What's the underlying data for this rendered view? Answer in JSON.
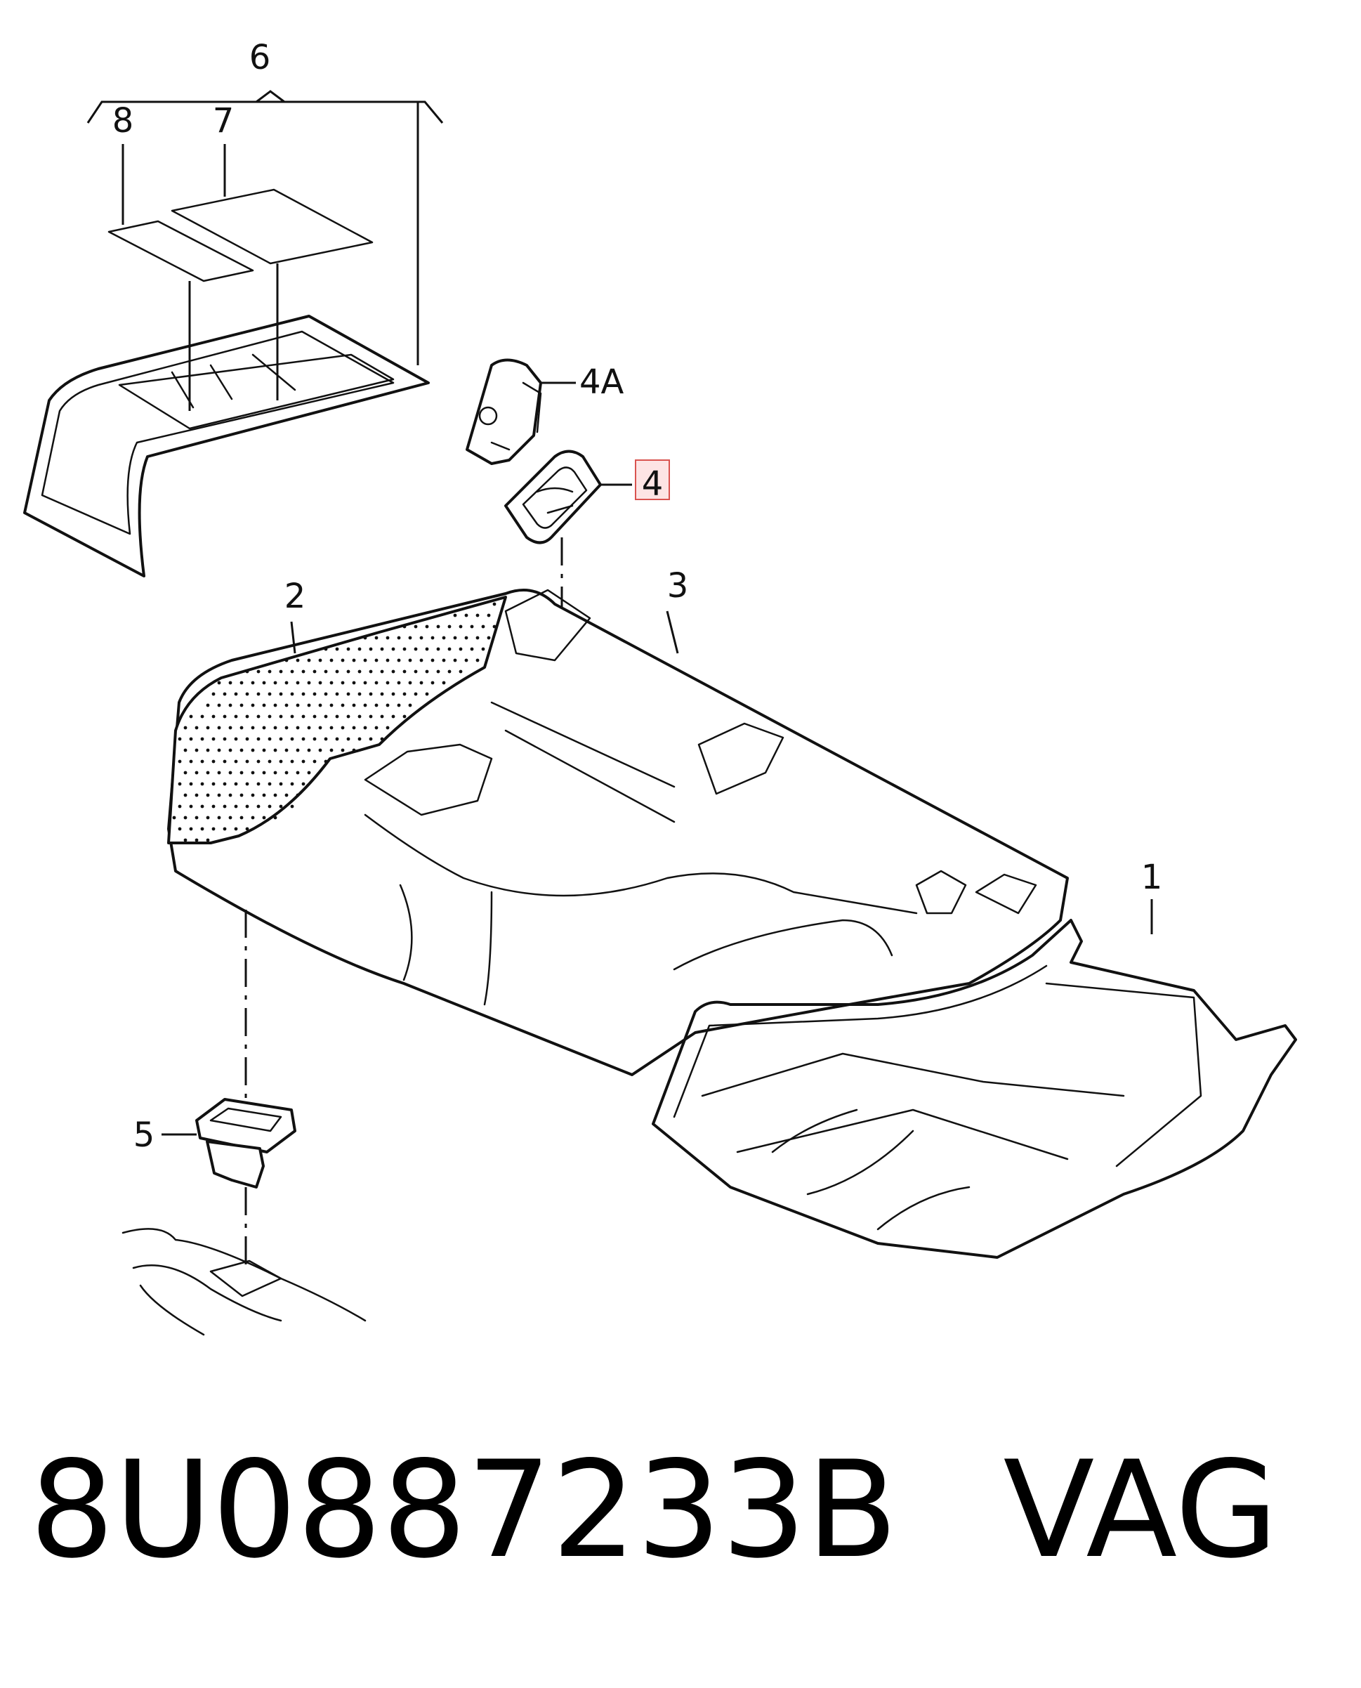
{
  "callouts": {
    "c1": "1",
    "c2": "2",
    "c3": "3",
    "c4": "4",
    "c4a": "4A",
    "c5": "5",
    "c6": "6",
    "c7": "7",
    "c8": "8"
  },
  "highlighted_callout": "4",
  "caption": {
    "part_number": "8U0887233B",
    "brand": "VAG"
  },
  "colors": {
    "line": "#111111",
    "highlight_fill": "#fde4e4",
    "highlight_border": "#d9534f"
  }
}
